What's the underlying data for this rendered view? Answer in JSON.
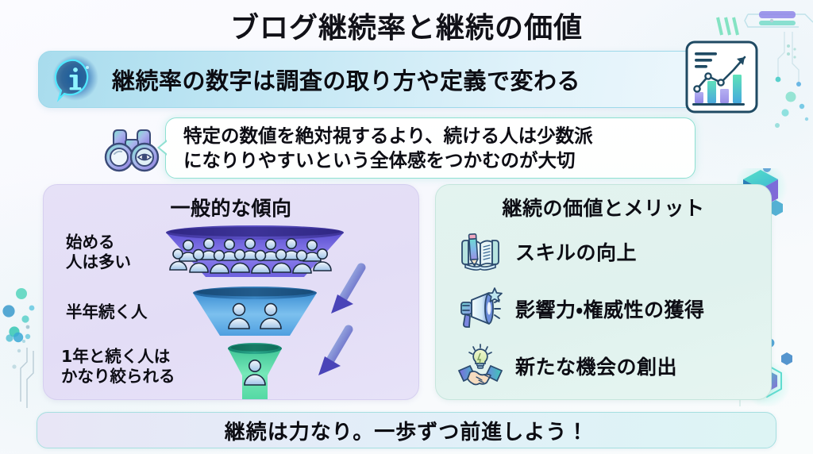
{
  "page": {
    "title": "ブログ継続率と継続の価値",
    "background_color": "#fafaff"
  },
  "info_banner": {
    "icon": "info-speech-bubble-icon",
    "text": "継続率の数字は調査の取り方や定義で変わる",
    "accent_color": "#2fd2ff",
    "background_from": "#a8dced",
    "background_to": "#edf7fc"
  },
  "subtitle": {
    "icon": "binoculars-icon",
    "line1": "特定の数値を絶対視するより、続ける人は少数派",
    "line2": "になりりやすいという全体感をつかむのが大切",
    "border_color": "#8fe0d2"
  },
  "left_panel": {
    "title": "一般的な傾向",
    "background_color": "#e3ddf6",
    "stages": [
      {
        "label_line1": "始める",
        "label_line2": "人は多い",
        "people_count": 15,
        "color": "#6b5fd8",
        "stage_name": "starters"
      },
      {
        "label_line1": "半年続く人",
        "label_line2": "",
        "people_count": 2,
        "color": "#4d9fe0",
        "stage_name": "six-months"
      },
      {
        "label_line1": "1年と続く人は",
        "label_line2": "かなり絞られる",
        "people_count": 1,
        "color": "#53d9a8",
        "stage_name": "one-year"
      }
    ],
    "arrows": 2
  },
  "right_panel": {
    "title": "継続の価値とメリット",
    "background_color": "#e0f2ee",
    "benefits": [
      {
        "icon": "pencil-book-icon",
        "label": "スキルの向上"
      },
      {
        "icon": "megaphone-star-icon",
        "label": "影響力・権威性の獲得"
      },
      {
        "icon": "handshake-lightbulb-icon",
        "label": "新たな機会の創出"
      }
    ]
  },
  "footer": {
    "text": "継続は力なり。一歩ずつ前進しよう！",
    "border_color": "#a6dfe0"
  },
  "decorations": {
    "chart_card_icon": "bar-chart-trend-icon",
    "cube_icon": "3d-cube-icon",
    "hexagon_icon": "hexagon-icon",
    "accent_teal": "#3fd0c9",
    "accent_purple": "#7a6ae0"
  }
}
